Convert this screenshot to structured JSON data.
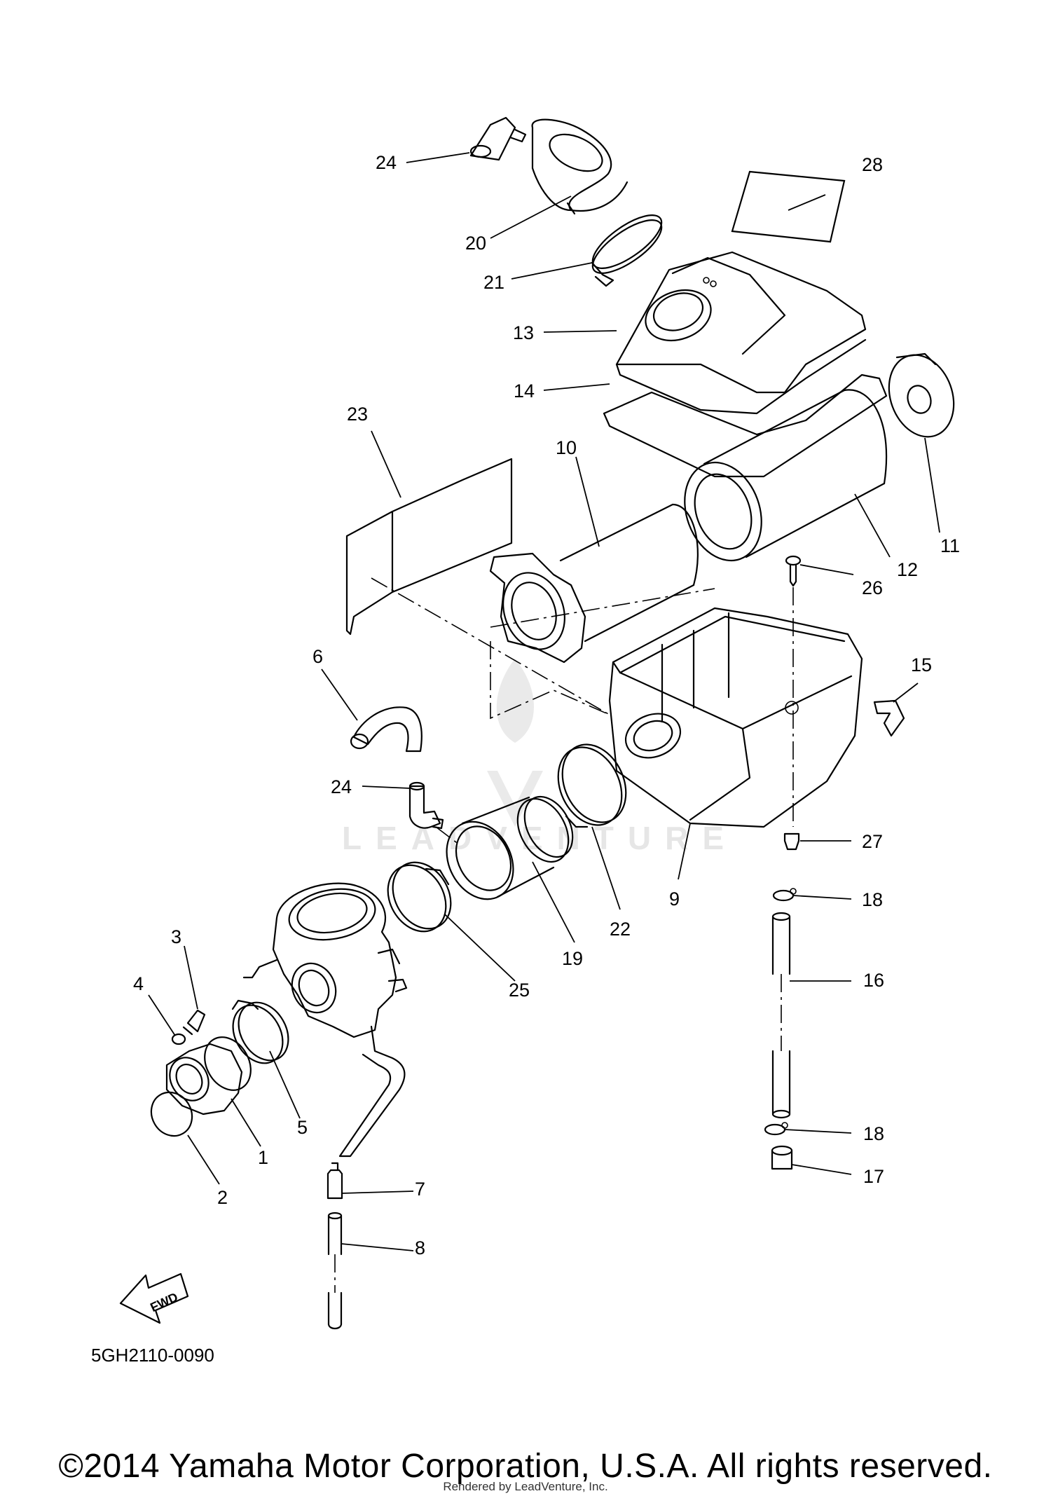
{
  "diagram_code": "5GH2110-0090",
  "fwd_label": "FWD",
  "watermark": "LEADVENTURE",
  "copyright": "©2014 Yamaha Motor Corporation, U.S.A. All rights reserved.",
  "rendered_by": "Rendered by LeadVenture, Inc.",
  "callouts": {
    "c1": "1",
    "c2": "2",
    "c3": "3",
    "c4": "4",
    "c5": "5",
    "c6": "6",
    "c7": "7",
    "c8": "8",
    "c9": "9",
    "c10": "10",
    "c11": "11",
    "c12": "12",
    "c13": "13",
    "c14": "14",
    "c15": "15",
    "c16": "16",
    "c17": "17",
    "c18a": "18",
    "c18b": "18",
    "c19": "19",
    "c20": "20",
    "c21": "21",
    "c22": "22",
    "c23": "23",
    "c24a": "24",
    "c24b": "24",
    "c25": "25",
    "c26": "26",
    "c27": "27",
    "c28": "28"
  }
}
